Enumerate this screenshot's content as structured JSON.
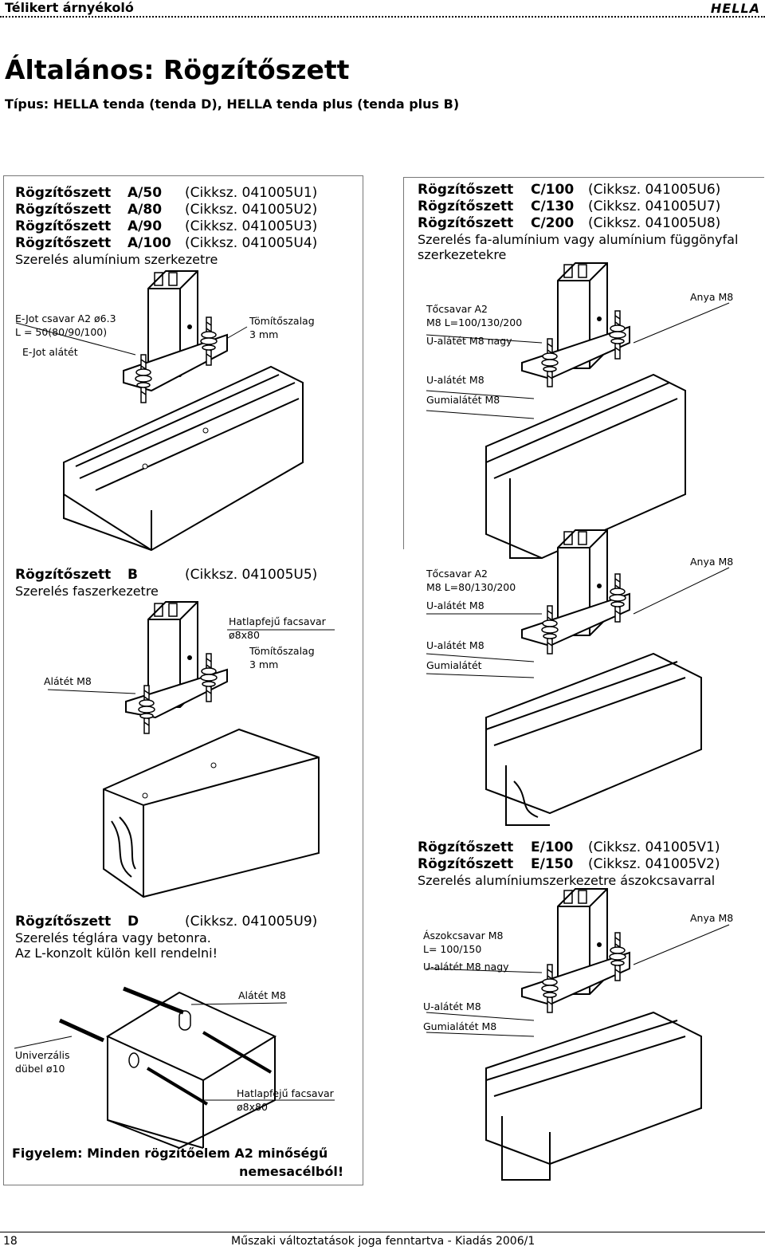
{
  "header": {
    "section": "Télikert árnyékoló",
    "logo": "HELLA"
  },
  "title": "Általános: Rögzítőszett",
  "subtitle": "Típus: HELLA tenda (tenda D), HELLA tenda plus (tenda plus B)",
  "panel_a": {
    "items": [
      {
        "name": "Rögzítőszett",
        "code": "A/50",
        "ref": "(Cikksz. 041005U1)"
      },
      {
        "name": "Rögzítőszett",
        "code": "A/80",
        "ref": "(Cikksz. 041005U2)"
      },
      {
        "name": "Rögzítőszett",
        "code": "A/90",
        "ref": "(Cikksz. 041005U3)"
      },
      {
        "name": "Rögzítőszett",
        "code": "A/100",
        "ref": "(Cikksz. 041005U4)"
      }
    ],
    "desc": "Szerelés alumínium szerkezetre",
    "labels": {
      "screw": "E-Jot csavar A2 ø6.3",
      "length": "L = 50(80/90/100)",
      "washer": "E-Jot alátét",
      "tape": "Tömítőszalag",
      "tape_size": "3 mm"
    }
  },
  "panel_c": {
    "items": [
      {
        "name": "Rögzítőszett",
        "code": "C/100",
        "ref": "(Cikksz. 041005U6)"
      },
      {
        "name": "Rögzítőszett",
        "code": "C/130",
        "ref": "(Cikksz. 041005U7)"
      },
      {
        "name": "Rögzítőszett",
        "code": "C/200",
        "ref": "(Cikksz. 041005U8)"
      }
    ],
    "desc1": "Szerelés fa-alumínium vagy alumínium függönyfal",
    "desc2": "szerkezetekre",
    "labels": {
      "bolt": "Tőcsavar A2",
      "bolt_size": "M8 L=100/130/200",
      "washer_large": "U-alátét M8 nagy",
      "nut": "Anya M8",
      "washer": "U-alátét M8",
      "rubber": "Gumialátét M8"
    }
  },
  "panel_b": {
    "items": [
      {
        "name": "Rögzítőszett",
        "code": "B",
        "ref": "(Cikksz. 041005U5)"
      }
    ],
    "desc": "Szerelés faszerkezetre",
    "labels": {
      "screw": "Hatlapfejű facsavar",
      "screw_size": "ø8x80",
      "tape": "Tömítőszalag",
      "tape_size": "3 mm",
      "washer": "Alátét M8"
    }
  },
  "panel_c2": {
    "labels": {
      "bolt": "Tőcsavar A2",
      "bolt_size": "M8 L=80/130/200",
      "washer1": "U-alátét M8",
      "nut": "Anya M8",
      "washer2": "U-alátét M8",
      "rubber": "Gumialátét"
    }
  },
  "panel_e": {
    "items": [
      {
        "name": "Rögzítőszett",
        "code": "E/100",
        "ref": "(Cikksz. 041005V1)"
      },
      {
        "name": "Rögzítőszett",
        "code": "E/150",
        "ref": "(Cikksz. 041005V2)"
      }
    ],
    "desc": "Szerelés alumíniumszerkezetre ászokcsavarral",
    "labels": {
      "bolt": "Ászokcsavar M8",
      "bolt_size": "L= 100/150",
      "washer_large": "U-alátét M8 nagy",
      "nut": "Anya M8",
      "washer": "U-alátét M8",
      "rubber": "Gumialátét M8"
    }
  },
  "panel_d": {
    "items": [
      {
        "name": "Rögzítőszett",
        "code": "D",
        "ref": "(Cikksz. 041005U9)"
      }
    ],
    "desc1": "Szerelés téglára vagy betonra.",
    "desc2": "Az L-konzolt külön kell rendelni!",
    "labels": {
      "washer": "Alátét M8",
      "dowel1": "Univerzális",
      "dowel2": "dübel ø10",
      "screw": "Hatlapfejű facsavar",
      "screw_size": "ø8x80"
    },
    "warning1": "Figyelem: Minden rögzítőelem A2 minőségű",
    "warning2": "nemesacélból!"
  },
  "footer": {
    "page": "18",
    "note": "Műszaki változtatások joga fenntartva - Kiadás 2006/1"
  }
}
